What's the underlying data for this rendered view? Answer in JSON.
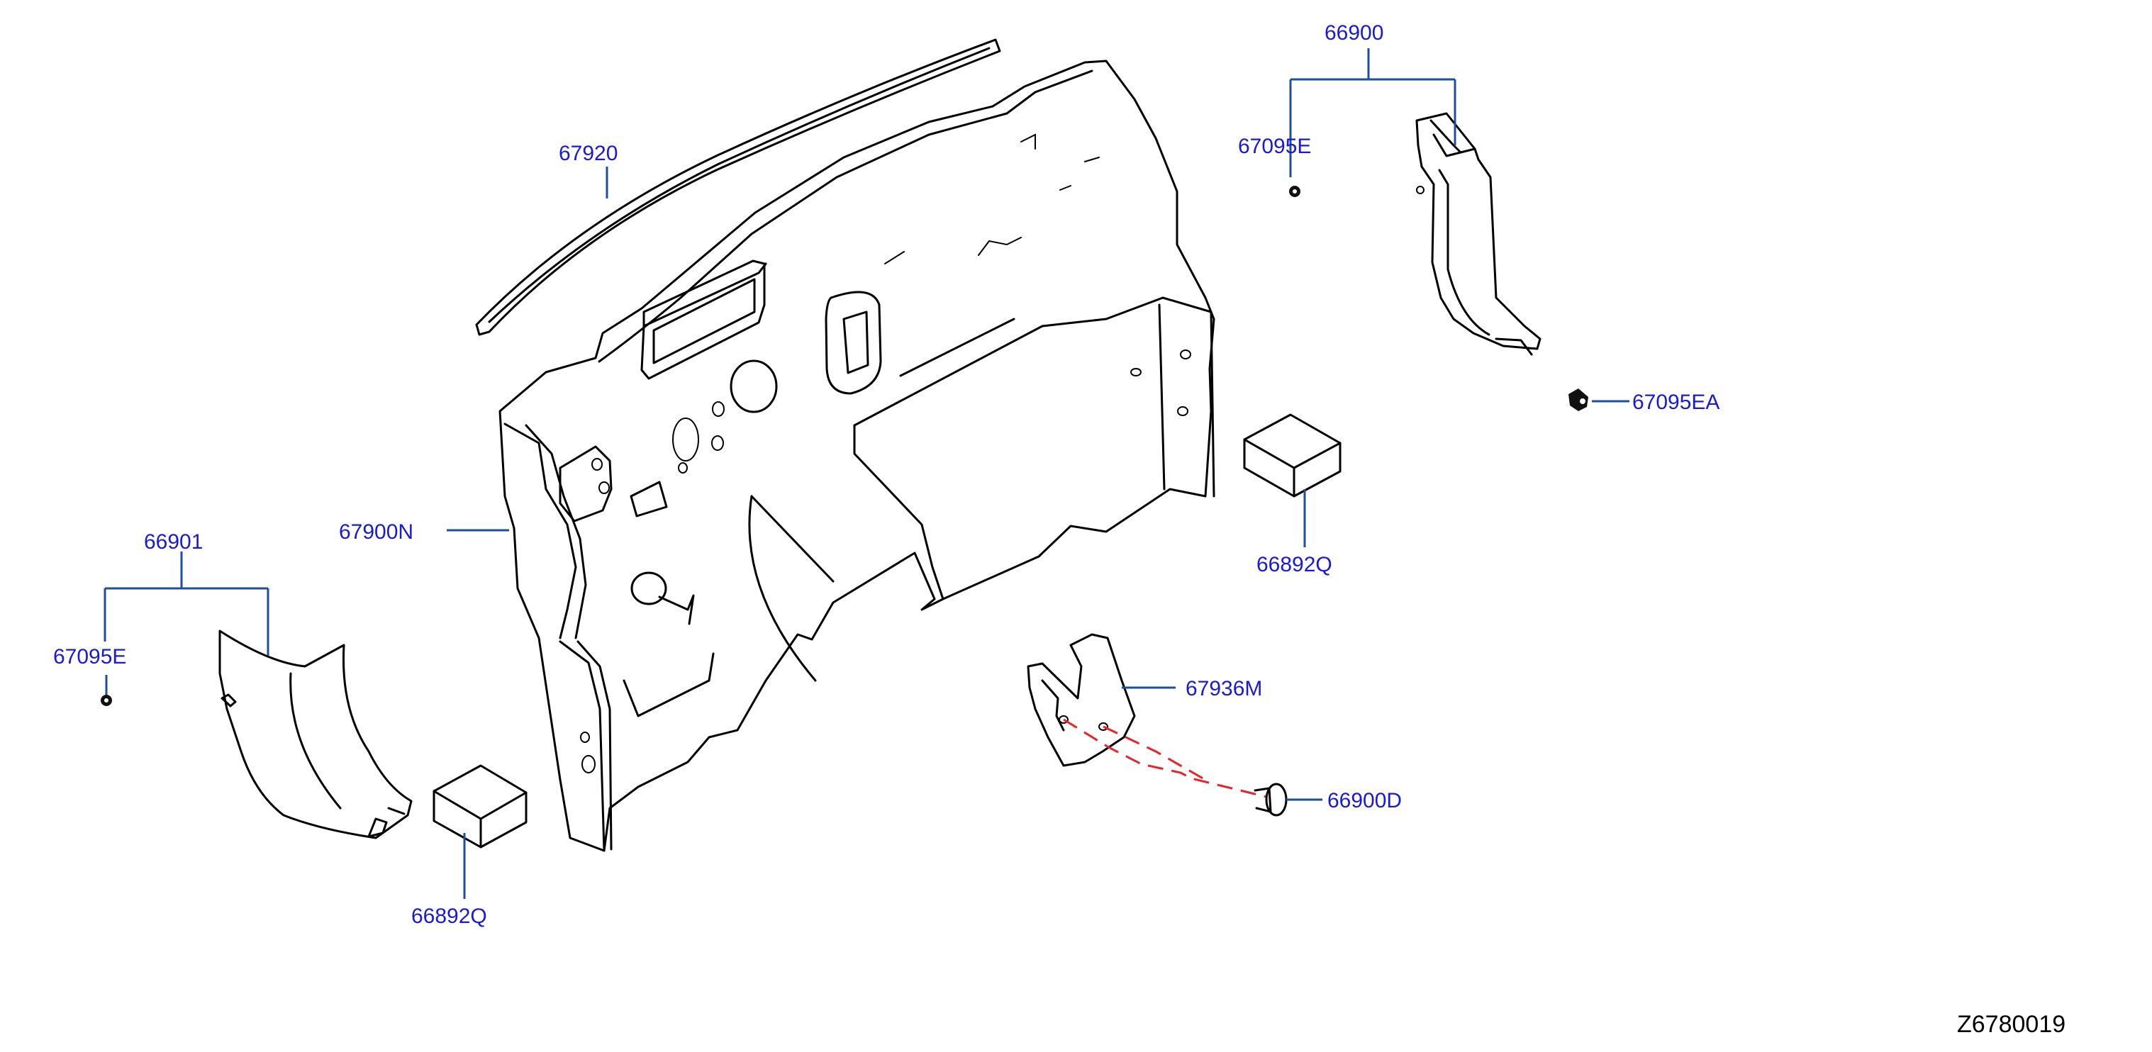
{
  "diagram": {
    "code": "Z6780019",
    "colors": {
      "label": "#1a1ad6",
      "leader": "#1f4f9a",
      "dashed_guide": "#e8232a",
      "part_outline": "#000000"
    },
    "parts": [
      {
        "key": "p66900",
        "number": "66900"
      },
      {
        "key": "p67095E_right",
        "number": "67095E"
      },
      {
        "key": "p67920",
        "number": "67920"
      },
      {
        "key": "p67095EA",
        "number": "67095EA"
      },
      {
        "key": "p67900N",
        "number": "67900N"
      },
      {
        "key": "p66892Q_right",
        "number": "66892Q"
      },
      {
        "key": "p66901",
        "number": "66901"
      },
      {
        "key": "p67095E_left",
        "number": "67095E"
      },
      {
        "key": "p67936M",
        "number": "67936M"
      },
      {
        "key": "p66900D",
        "number": "66900D"
      },
      {
        "key": "p66892Q_left",
        "number": "66892Q"
      }
    ]
  }
}
